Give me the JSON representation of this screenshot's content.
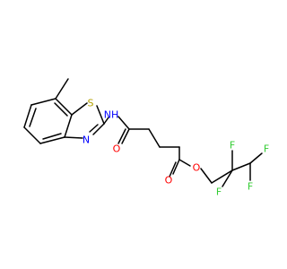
{
  "colors": {
    "bond": "#000000",
    "carbon": "#000000",
    "nitrogen": "#0000ff",
    "oxygen": "#ff0000",
    "sulfur": "#b3a000",
    "fluorine": "#33cc33"
  },
  "atoms": [
    {
      "id": "S1",
      "element": "S",
      "label": "S"
    },
    {
      "id": "N1",
      "element": "N",
      "label": "N"
    },
    {
      "id": "NH",
      "element": "N",
      "label": "NH"
    },
    {
      "id": "O1",
      "element": "O",
      "label": "O"
    },
    {
      "id": "O2",
      "element": "O",
      "label": "O"
    },
    {
      "id": "O3",
      "element": "O",
      "label": "O"
    },
    {
      "id": "F1",
      "element": "F",
      "label": "F"
    },
    {
      "id": "F2",
      "element": "F",
      "label": "F"
    },
    {
      "id": "F3",
      "element": "F",
      "label": "F"
    },
    {
      "id": "F4",
      "element": "F",
      "label": "F"
    }
  ]
}
